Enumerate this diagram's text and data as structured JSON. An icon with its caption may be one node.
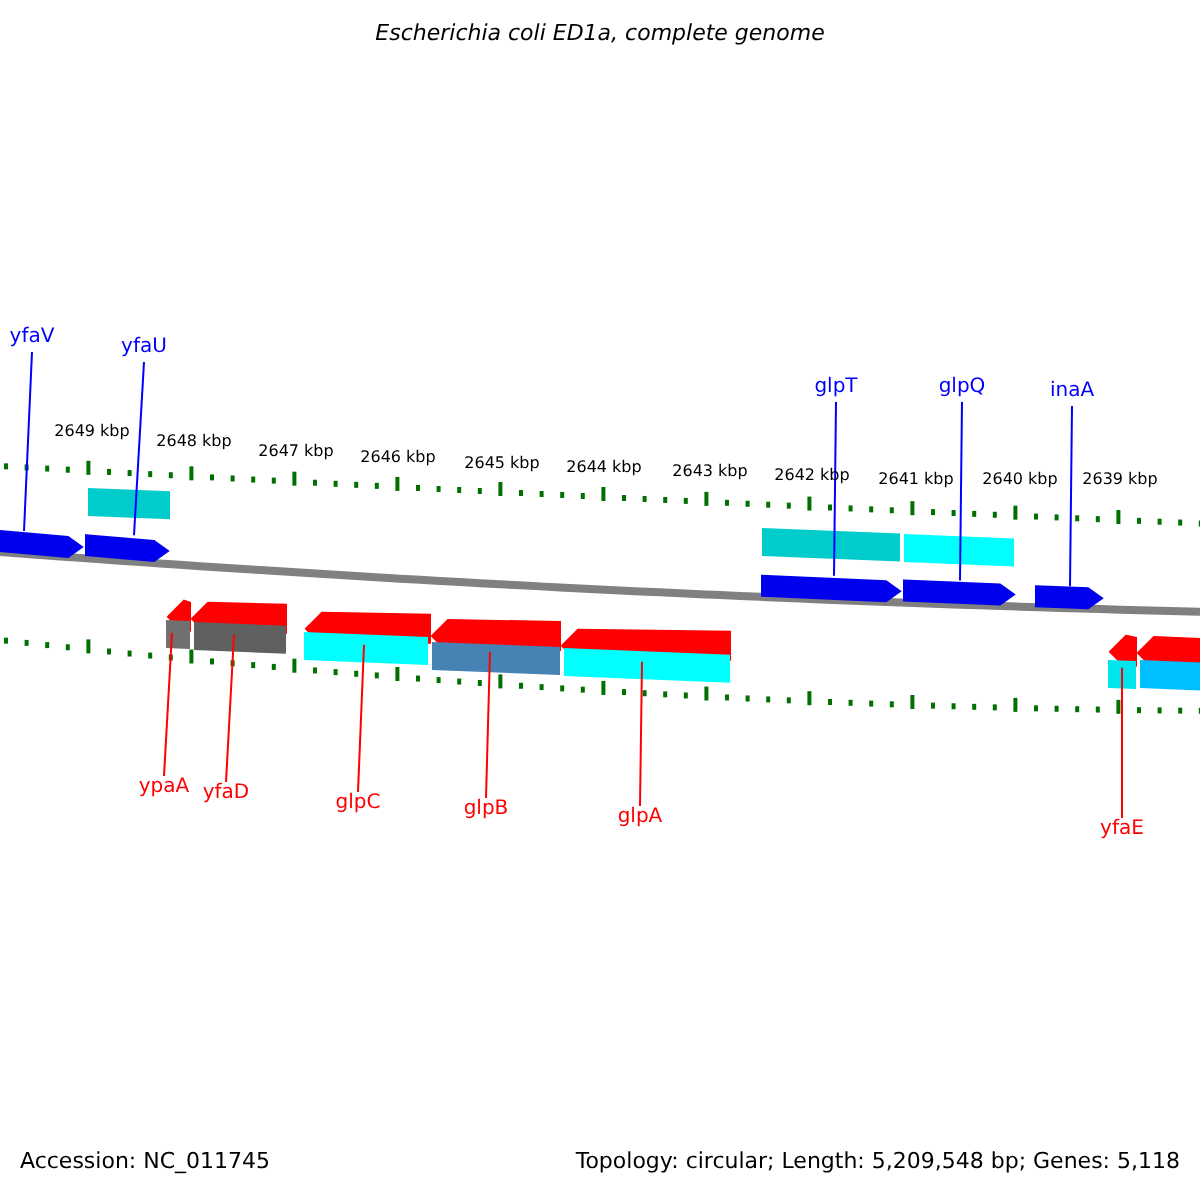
{
  "diagram": {
    "title": "Escherichia coli ED1a, complete genome",
    "nodes": [
      {
        "text": [
          "yfaV"
        ]
      },
      {
        "text": [
          "yfaU"
        ]
      },
      {
        "text": [
          "glpT"
        ]
      },
      {
        "text": [
          "glpQ"
        ]
      },
      {
        "text": [
          "inaA"
        ]
      },
      {
        "text": [
          "ypaA"
        ]
      },
      {
        "text": [
          "yfaD"
        ]
      },
      {
        "text": [
          "glpC"
        ]
      },
      {
        "text": [
          "glpB"
        ]
      },
      {
        "text": [
          "glpA"
        ]
      },
      {
        "text": [
          "yfaE"
        ]
      },
      {
        "text": [],
        "shape": "arrow"
      },
      {
        "text": [],
        "shape": "arrow"
      },
      {
        "text": [],
        "shape": "arrow"
      },
      {
        "text": [],
        "shape": "arrow"
      },
      {
        "text": [],
        "shape": "arrow"
      },
      {
        "text": [],
        "shape": "arrow"
      },
      {
        "text": [],
        "shape": "arrow"
      },
      {
        "text": [],
        "shape": "arrow"
      },
      {
        "text": [],
        "shape": "arrow"
      },
      {
        "text": [],
        "shape": "arrow"
      },
      {
        "text": [],
        "shape": "arrow"
      },
      {
        "text": [],
        "shape": "arrow"
      },
      {
        "text": [],
        "shape": "bar"
      },
      {
        "text": [],
        "shape": "bar"
      },
      {
        "text": [],
        "shape": "bar"
      },
      {
        "text": [],
        "shape": "bar"
      },
      {
        "text": [],
        "shape": "bar"
      },
      {
        "text": [],
        "shape": "bar"
      },
      {
        "text": [],
        "shape": "bar"
      },
      {
        "text": [],
        "shape": "bar"
      },
      {
        "text": [],
        "shape": "bar"
      },
      {
        "text": [],
        "shape": "bar"
      }
    ],
    "edges": [
      {
        "from": 0,
        "to": 11,
        "arrow": "none",
        "color": "#0000ff"
      },
      {
        "from": 1,
        "to": 12,
        "arrow": "none",
        "color": "#0000ff"
      },
      {
        "from": 2,
        "to": 13,
        "arrow": "none",
        "color": "#0000ff"
      },
      {
        "from": 3,
        "to": 14,
        "arrow": "none",
        "color": "#0000ff"
      },
      {
        "from": 4,
        "to": 15,
        "arrow": "none",
        "color": "#0000ff"
      },
      {
        "from": 5,
        "to": 16,
        "arrow": "none"
      },
      {
        "from": 6,
        "to": 17,
        "arrow": "none"
      },
      {
        "from": 7,
        "to": 18,
        "arrow": "none"
      },
      {
        "from": 8,
        "to": 19,
        "arrow": "none"
      },
      {
        "from": 9,
        "to": 20,
        "arrow": "none"
      },
      {
        "from": 10,
        "to": 21,
        "arrow": "none"
      }
    ],
    "labels": [
      "2649 kbp",
      "2648 kbp",
      "2647 kbp",
      "2646 kbp",
      "2645 kbp",
      "2644 kbp",
      "2643 kbp",
      "2642 kbp",
      "2641 kbp",
      "2640 kbp",
      "2639 kbp",
      "Accession: NC_011745",
      "Topology: circular; Length: 5,209,548 bp; Genes: 5,118"
    ]
  }
}
